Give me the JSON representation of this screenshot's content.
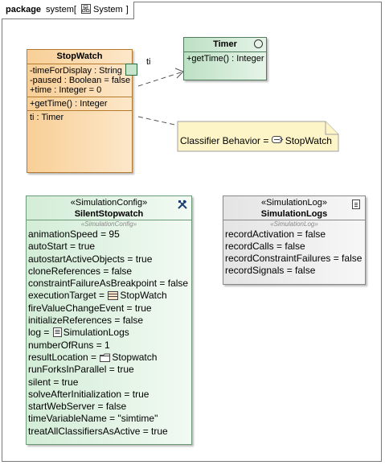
{
  "package_frame": {
    "keyword": "package",
    "name": "system",
    "bracket_open": "[",
    "diagram_name": "System",
    "bracket_close": "]"
  },
  "stopwatch": {
    "name": "StopWatch",
    "attributes": [
      "-timeForDisplay : String",
      "-paused : Boolean = false",
      "+time : Integer = 0"
    ],
    "operations": [
      "+getTime() : Integer"
    ],
    "parts": [
      "ti : Timer"
    ],
    "port_label": "ti"
  },
  "timer": {
    "name": "Timer",
    "operations": [
      "+getTime() : Integer"
    ]
  },
  "note": {
    "prefix": "Classifier Behavior = ",
    "value": "StopWatch"
  },
  "sim_config": {
    "stereotype": "«SimulationConfig»",
    "name": "SilentStopwatch",
    "sub_stereotype": "«SimulationConfig»",
    "props": [
      {
        "text": "animationSpeed = 95"
      },
      {
        "text": "autoStart = true"
      },
      {
        "text": "autostartActiveObjects = true"
      },
      {
        "text": "cloneReferences = false"
      },
      {
        "text": "constraintFailureAsBreakpoint = false"
      },
      {
        "text": "executionTarget = ",
        "ref": "StopWatch",
        "icon": "class-icon"
      },
      {
        "text": "fireValueChangeEvent = true"
      },
      {
        "text": "initializeReferences = false"
      },
      {
        "text": "log = ",
        "ref": "SimulationLogs",
        "icon": "log-icon"
      },
      {
        "text": "numberOfRuns = 1"
      },
      {
        "text": "resultLocation = ",
        "ref": "Stopwatch",
        "icon": "folder-icon"
      },
      {
        "text": "runForksInParallel = true"
      },
      {
        "text": "silent = true"
      },
      {
        "text": "solveAfterInitialization = true"
      },
      {
        "text": "startWebServer = false"
      },
      {
        "text": "timeVariableName = \"simtime\""
      },
      {
        "text": "treatAllClassifiersAsActive = true"
      }
    ]
  },
  "sim_log": {
    "stereotype": "«SimulationLog»",
    "name": "SimulationLogs",
    "sub_stereotype": "«SimulationLog»",
    "props": [
      "recordActivation = false",
      "recordCalls = false",
      "recordConstraintFailures = false",
      "recordSignals = false"
    ]
  }
}
